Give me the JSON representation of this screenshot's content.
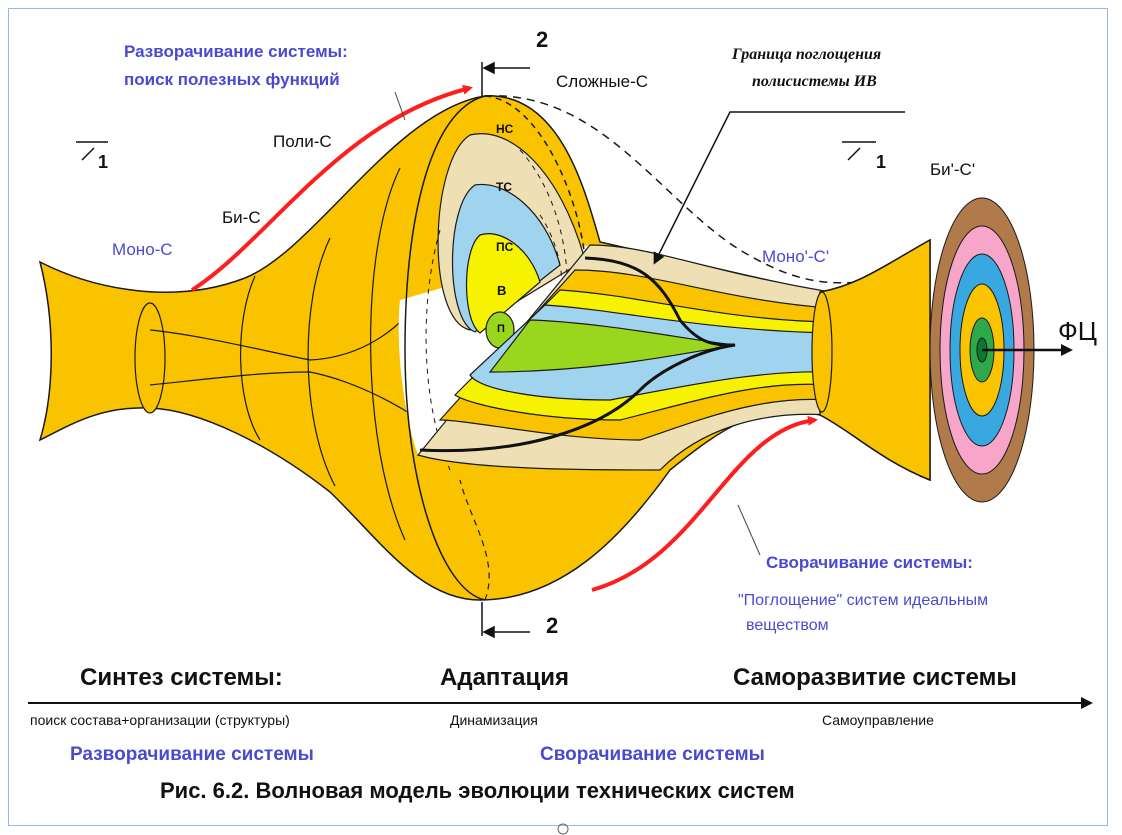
{
  "top_labels": {
    "unfold_title": "Разворачивание системы:",
    "unfold_sub": "поиск полезных функций",
    "section_mark_top": "2",
    "complex": "Сложные-С",
    "boundary_line1": "Граница поглощения",
    "boundary_line2": "полисистемы ИВ",
    "section_left_num": "1",
    "section_right_num": "1",
    "poly": "Поли-С",
    "bi": "Би-С",
    "mono": "Моно-С",
    "mono_prime": "Моно'-С'",
    "bi_prime": "Би'-С'",
    "fc": "ФЦ",
    "section_mark_bottom": "2"
  },
  "layers": [
    "НС",
    "ТС",
    "ПС",
    "В",
    "П"
  ],
  "fold_labels": {
    "fold_title": "Сворачивание системы:",
    "fold_sub1": "\"Поглощение\" систем идеальным",
    "fold_sub2": "веществом"
  },
  "timeline": {
    "stage1": "Синтез системы:",
    "stage2": "Адаптация",
    "stage3": "Саморазвитие системы",
    "sub1": "поиск состава+организации (структуры)",
    "sub2": "Динамизация",
    "sub3": "Самоуправление",
    "process1": "Разворачивание системы",
    "process2": "Сворачивание системы"
  },
  "caption": "Рис. 6.2.  Волновая модель эволюции технических систем",
  "colors": {
    "gold": "#f9c300",
    "outline": "#1a1a1a",
    "tan": "#eee0b4",
    "lightblue": "#9fd3ee",
    "yellow": "#f7f200",
    "green": "#9bd61e",
    "pink": "#f7a5c8",
    "brown": "#b07a4a",
    "red": "#ff1d1d",
    "blue_text": "#4a4ad0"
  }
}
